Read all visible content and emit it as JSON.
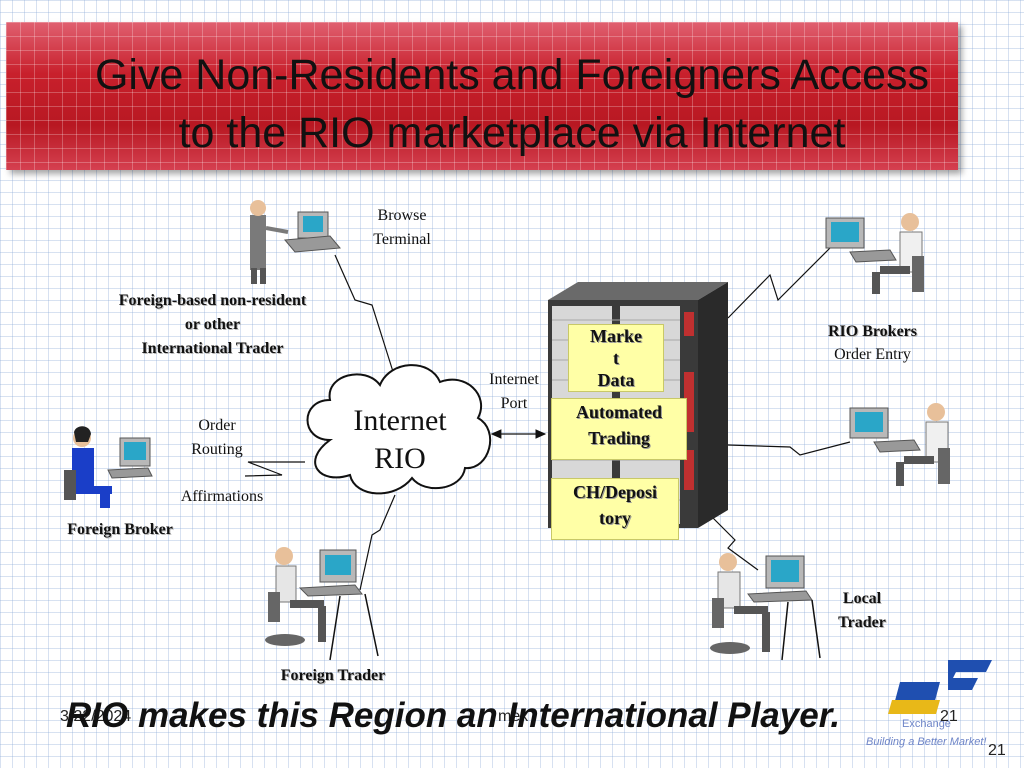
{
  "slide": {
    "title": "Give Non-Residents and Foreigners Access\nto the RIO marketplace via Internet",
    "footer_tagline": "RIO makes this Region an International Player.",
    "footer_date": "3/22/2024",
    "footer_center": "mex",
    "footer_page_1": "21",
    "footer_page_2": "21",
    "logo_tagline": "Building a Better Market!",
    "logo_exchange": "Exchange"
  },
  "diagram": {
    "internet_cloud": {
      "line1": "Internet",
      "line2": "RIO"
    },
    "labels": {
      "browse_terminal": "Browse\nTerminal",
      "foreign_resident": "Foreign-based non-resident\nor other\nInternational Trader",
      "order_routing": "Order\nRouting",
      "affirmations": "Affirmations",
      "foreign_broker": "Foreign Broker",
      "foreign_trader": "Foreign Trader",
      "internet_port": "Internet\nPort",
      "rio_brokers": "RIO Brokers",
      "order_entry": "Order Entry",
      "local_trader": "Local\nTrader"
    },
    "server_boxes": {
      "market_data": "Marke\nt\nData",
      "automated_trading": "Automated\nTrading",
      "ch_depository": "CH/Deposi\ntory"
    }
  },
  "colors": {
    "banner_red": "#c8202c",
    "box_yellow": "#ffffa6",
    "server_dark": "#3a3a3a",
    "logo_blue": "#1f4fb0"
  }
}
